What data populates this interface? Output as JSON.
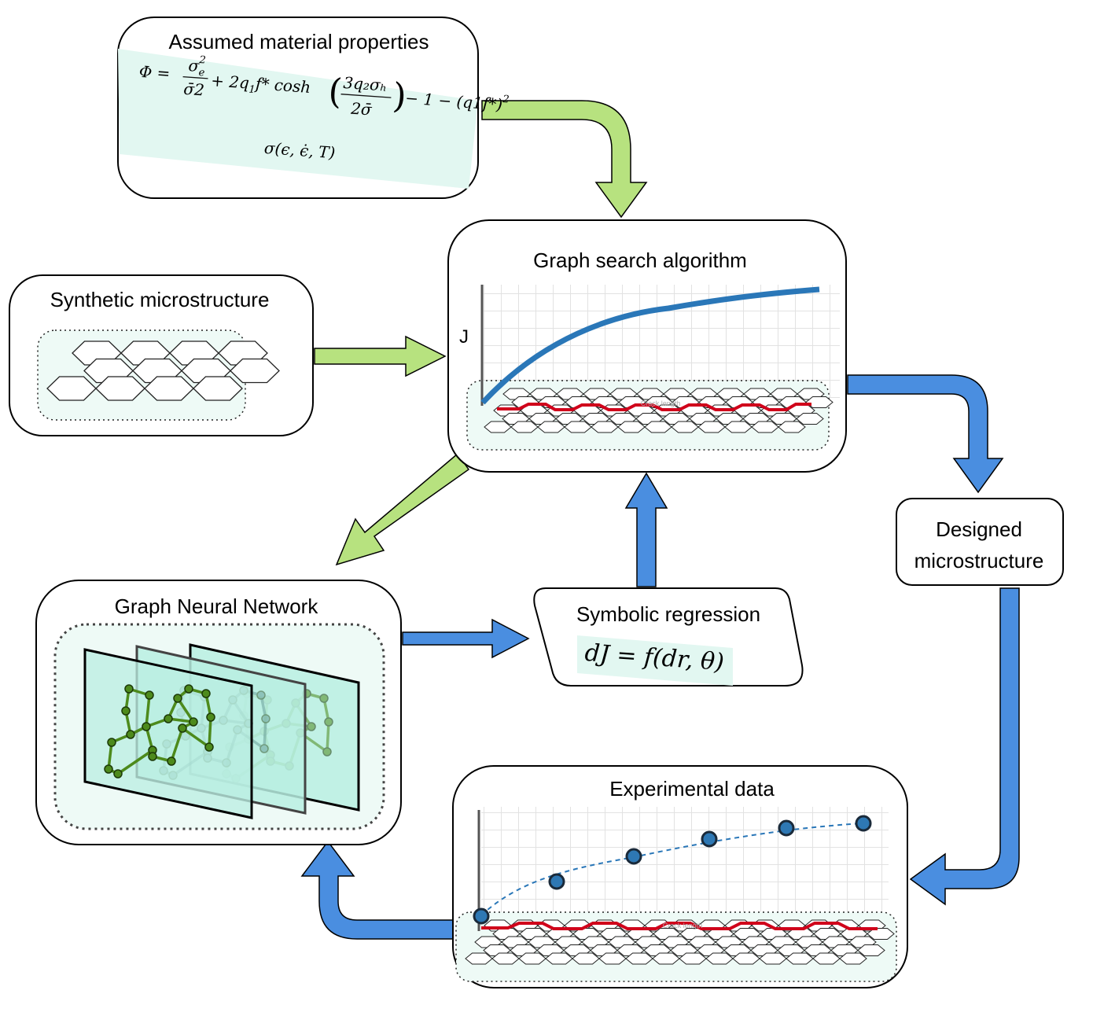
{
  "assumed": {
    "title": "Assumed material properties",
    "eq1_lhs": "Φ =",
    "eq1_frac_num": "σ",
    "eq1_frac_num_sub": "e",
    "eq1_frac_num_sup": "2",
    "eq1_frac_den": "σ̄2",
    "eq1_term2": "+ 2q",
    "eq1_term2_sub": "1",
    "eq1_term2_rest": "f* cosh",
    "eq1_inner_num": "3q₂σₕ",
    "eq1_inner_den": "2σ̄",
    "eq1_tail": "− 1 − (q1f*)",
    "eq1_tail_sup": "2",
    "eq2": "σ(ϵ, ϵ̇, T)"
  },
  "synthetic": {
    "title": "Synthetic microstructure"
  },
  "graph_search": {
    "title": "Graph search algorithm",
    "y_label": "J",
    "x_label": "Crack length"
  },
  "designed": {
    "title_line1": "Designed",
    "title_line2": "microstructure"
  },
  "gnn": {
    "title": "Graph Neural Network"
  },
  "symbolic": {
    "title": "Symbolic regression",
    "equation": "dJ = f(dr, θ)"
  },
  "experimental": {
    "title": "Experimental data",
    "x_label": "Crack length"
  },
  "colors": {
    "green_arrow": "#b7e27f",
    "blue_arrow": "#4a8ee0",
    "teal_fill": "#e2f7f1",
    "curve": "#2a77b8",
    "red_path": "#d0021b",
    "gnn_node": "#4d8a1c"
  }
}
